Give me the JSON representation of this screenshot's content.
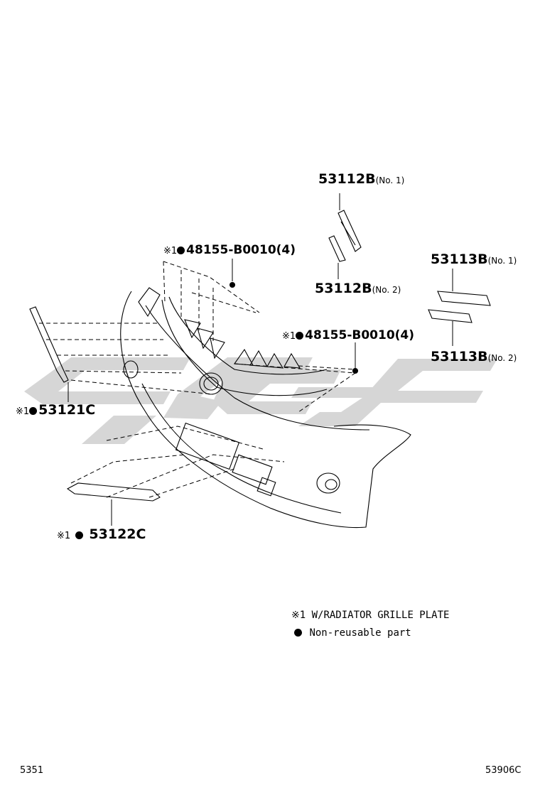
{
  "parts": {
    "p53112b_no1": {
      "part": "53112B",
      "sub": "(No. 1)"
    },
    "p53112b_no2": {
      "part": "53112B",
      "sub": "(No. 2)"
    },
    "p53113b_no1": {
      "part": "53113B",
      "sub": "(No. 1)"
    },
    "p53113b_no2": {
      "part": "53113B",
      "sub": "(No. 2)"
    },
    "clip_upper": {
      "mark": "※1",
      "part": "48155-B0010(4)"
    },
    "clip_right": {
      "mark": "※1",
      "part": "48155-B0010(4)"
    },
    "p53121c": {
      "mark": "※1",
      "part": "53121C"
    },
    "p53122c": {
      "mark": "※1",
      "part": "53122C"
    }
  },
  "legend": {
    "note1": "※1 W/RADIATOR GRILLE PLATE",
    "note2": "Non-reusable part"
  },
  "footer": {
    "left_code": "5351",
    "right_code": "53906C"
  },
  "watermark": {
    "color": "#cfcfcf"
  }
}
